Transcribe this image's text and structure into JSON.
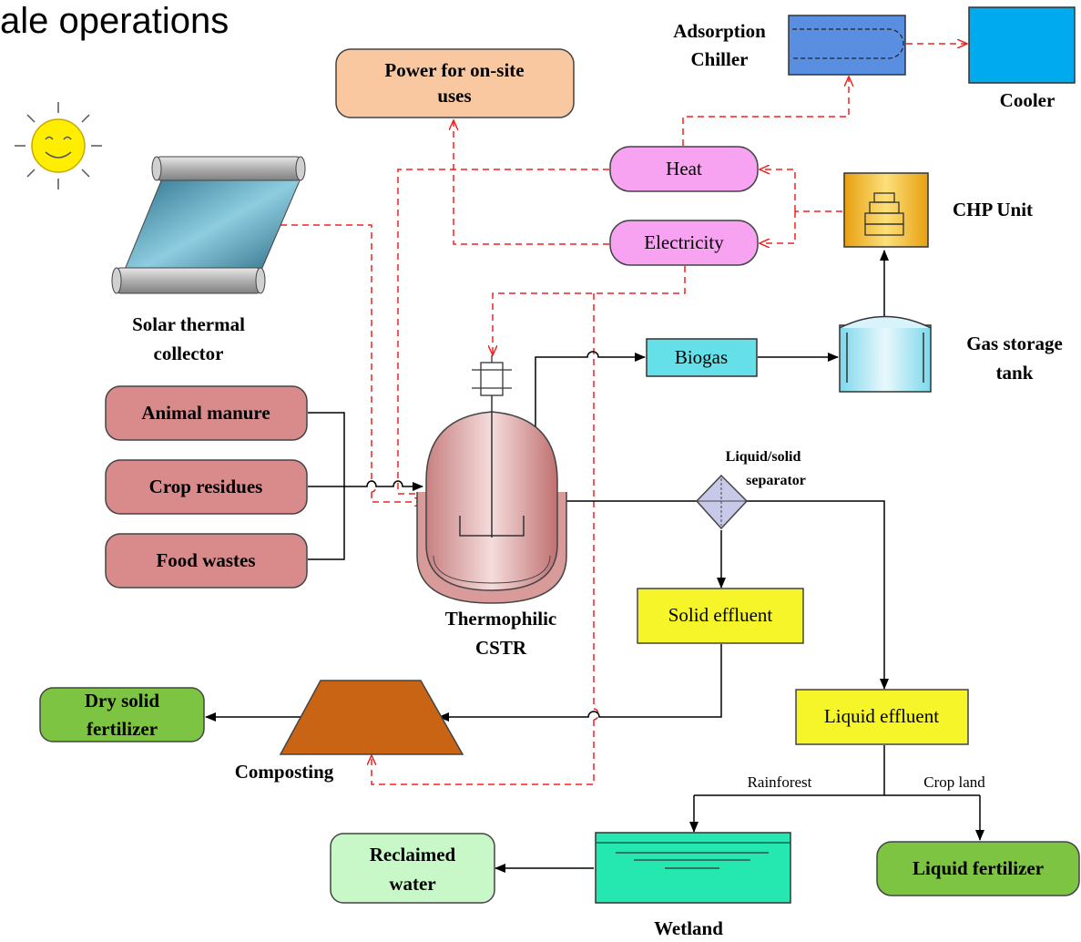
{
  "header": {
    "title": "ale operations"
  },
  "colors": {
    "power_box": "#f9c8a0",
    "heat_electricity": "#f7a3f1",
    "chp_unit": "#f5b324",
    "biogas": "#66e0e8",
    "feedstock": "#d98a8a",
    "effluent": "#f5f52a",
    "fertilizer": "#7dc443",
    "reclaimed_water": "#c8f7c8",
    "wetland": "#25e8b0",
    "composting": "#c86414",
    "chiller": "#5a8ee0",
    "cooler": "#00aaee",
    "dashed_flow": "#ee2222"
  },
  "labels": {
    "adsorption_chiller_1": "Adsorption",
    "adsorption_chiller_2": "Chiller",
    "cooler": "Cooler",
    "power_1": "Power for on-site",
    "power_2": "uses",
    "heat": "Heat",
    "electricity": "Electricity",
    "chp_unit": "CHP Unit",
    "solar_1": "Solar thermal",
    "solar_2": "collector",
    "gas_storage_1": "Gas storage",
    "gas_storage_2": "tank",
    "biogas": "Biogas",
    "animal_manure": "Animal manure",
    "crop_residues": "Crop residues",
    "food_wastes": "Food wastes",
    "separator_1": "Liquid/solid",
    "separator_2": "separator",
    "cstr_1": "Thermophilic",
    "cstr_2": "CSTR",
    "solid_effluent": "Solid effluent",
    "liquid_effluent": "Liquid effluent",
    "dry_solid_1": "Dry solid",
    "dry_solid_2": "fertilizer",
    "composting": "Composting",
    "rainforest": "Rainforest",
    "crop_land": "Crop land",
    "reclaimed_1": "Reclaimed",
    "reclaimed_2": "water",
    "liquid_fertilizer": "Liquid fertilizer",
    "wetland": "Wetland"
  },
  "icons": [
    "sun-icon",
    "solar-collector-icon",
    "chp-engine-icon",
    "gas-tank-icon",
    "reactor-icon",
    "separator-icon",
    "composting-icon",
    "wetland-icon"
  ]
}
